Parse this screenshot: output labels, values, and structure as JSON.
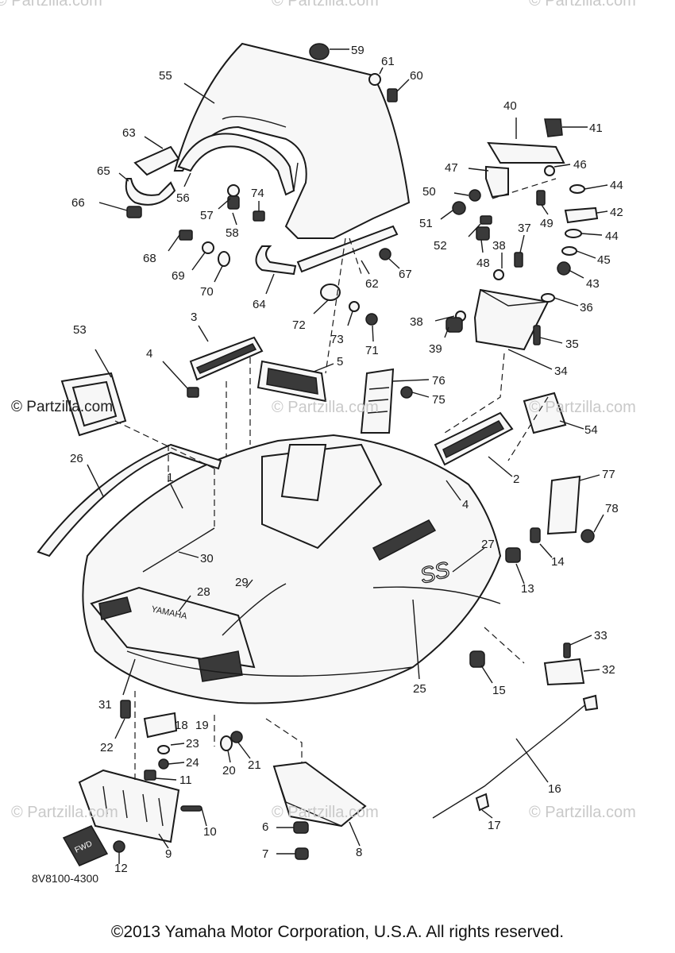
{
  "watermarks": {
    "text": "© Partzilla.com",
    "primary": "© Partzilla.com"
  },
  "diagram": {
    "reference_code": "8V8100-4300",
    "hood_brand": "YAMAHA",
    "decal_text": "SS",
    "tag_text": "FWD",
    "callouts": [
      "59",
      "61",
      "60",
      "55",
      "63",
      "65",
      "66",
      "56",
      "57",
      "74",
      "58",
      "68",
      "69",
      "70",
      "64",
      "62",
      "67",
      "72",
      "73",
      "71",
      "40",
      "41",
      "47",
      "46",
      "50",
      "44",
      "51",
      "42",
      "49",
      "52",
      "48",
      "38",
      "37",
      "44",
      "45",
      "43",
      "36",
      "38",
      "39",
      "35",
      "34",
      "3",
      "53",
      "4",
      "5",
      "76",
      "75",
      "54",
      "2",
      "4",
      "77",
      "78",
      "26",
      "1",
      "30",
      "27",
      "14",
      "13",
      "29",
      "28",
      "33",
      "32",
      "25",
      "15",
      "31",
      "22",
      "18",
      "19",
      "23",
      "24",
      "20",
      "21",
      "11",
      "16",
      "17",
      "10",
      "9",
      "6",
      "7",
      "8",
      "12"
    ]
  },
  "footer": {
    "copyright": "©2013  Yamaha Motor Corporation, U.S.A. All rights reserved."
  }
}
